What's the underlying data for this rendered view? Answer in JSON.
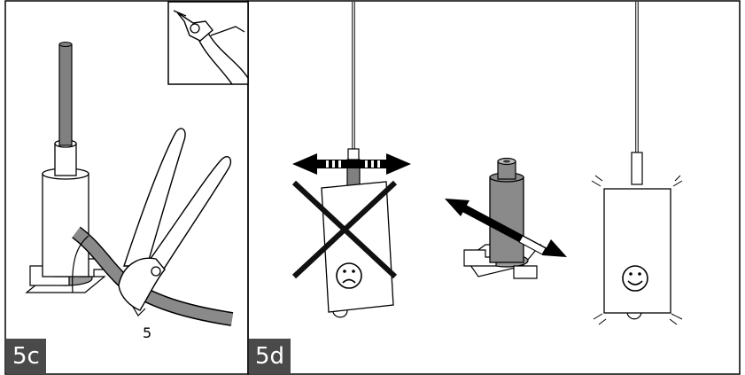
{
  "panels": {
    "left": {
      "step_label": "5c",
      "callout_number": "5"
    },
    "right": {
      "step_label": "5d"
    }
  },
  "colors": {
    "step_label_bg": "#4a4a4a",
    "step_label_text": "#ffffff",
    "rod_gray": "#808080",
    "wrong_cross": "#111111"
  },
  "icons": {
    "wrong": "sad-face-icon",
    "right": "smiley-face-icon",
    "inset": "side-cutter-pliers-icon"
  }
}
